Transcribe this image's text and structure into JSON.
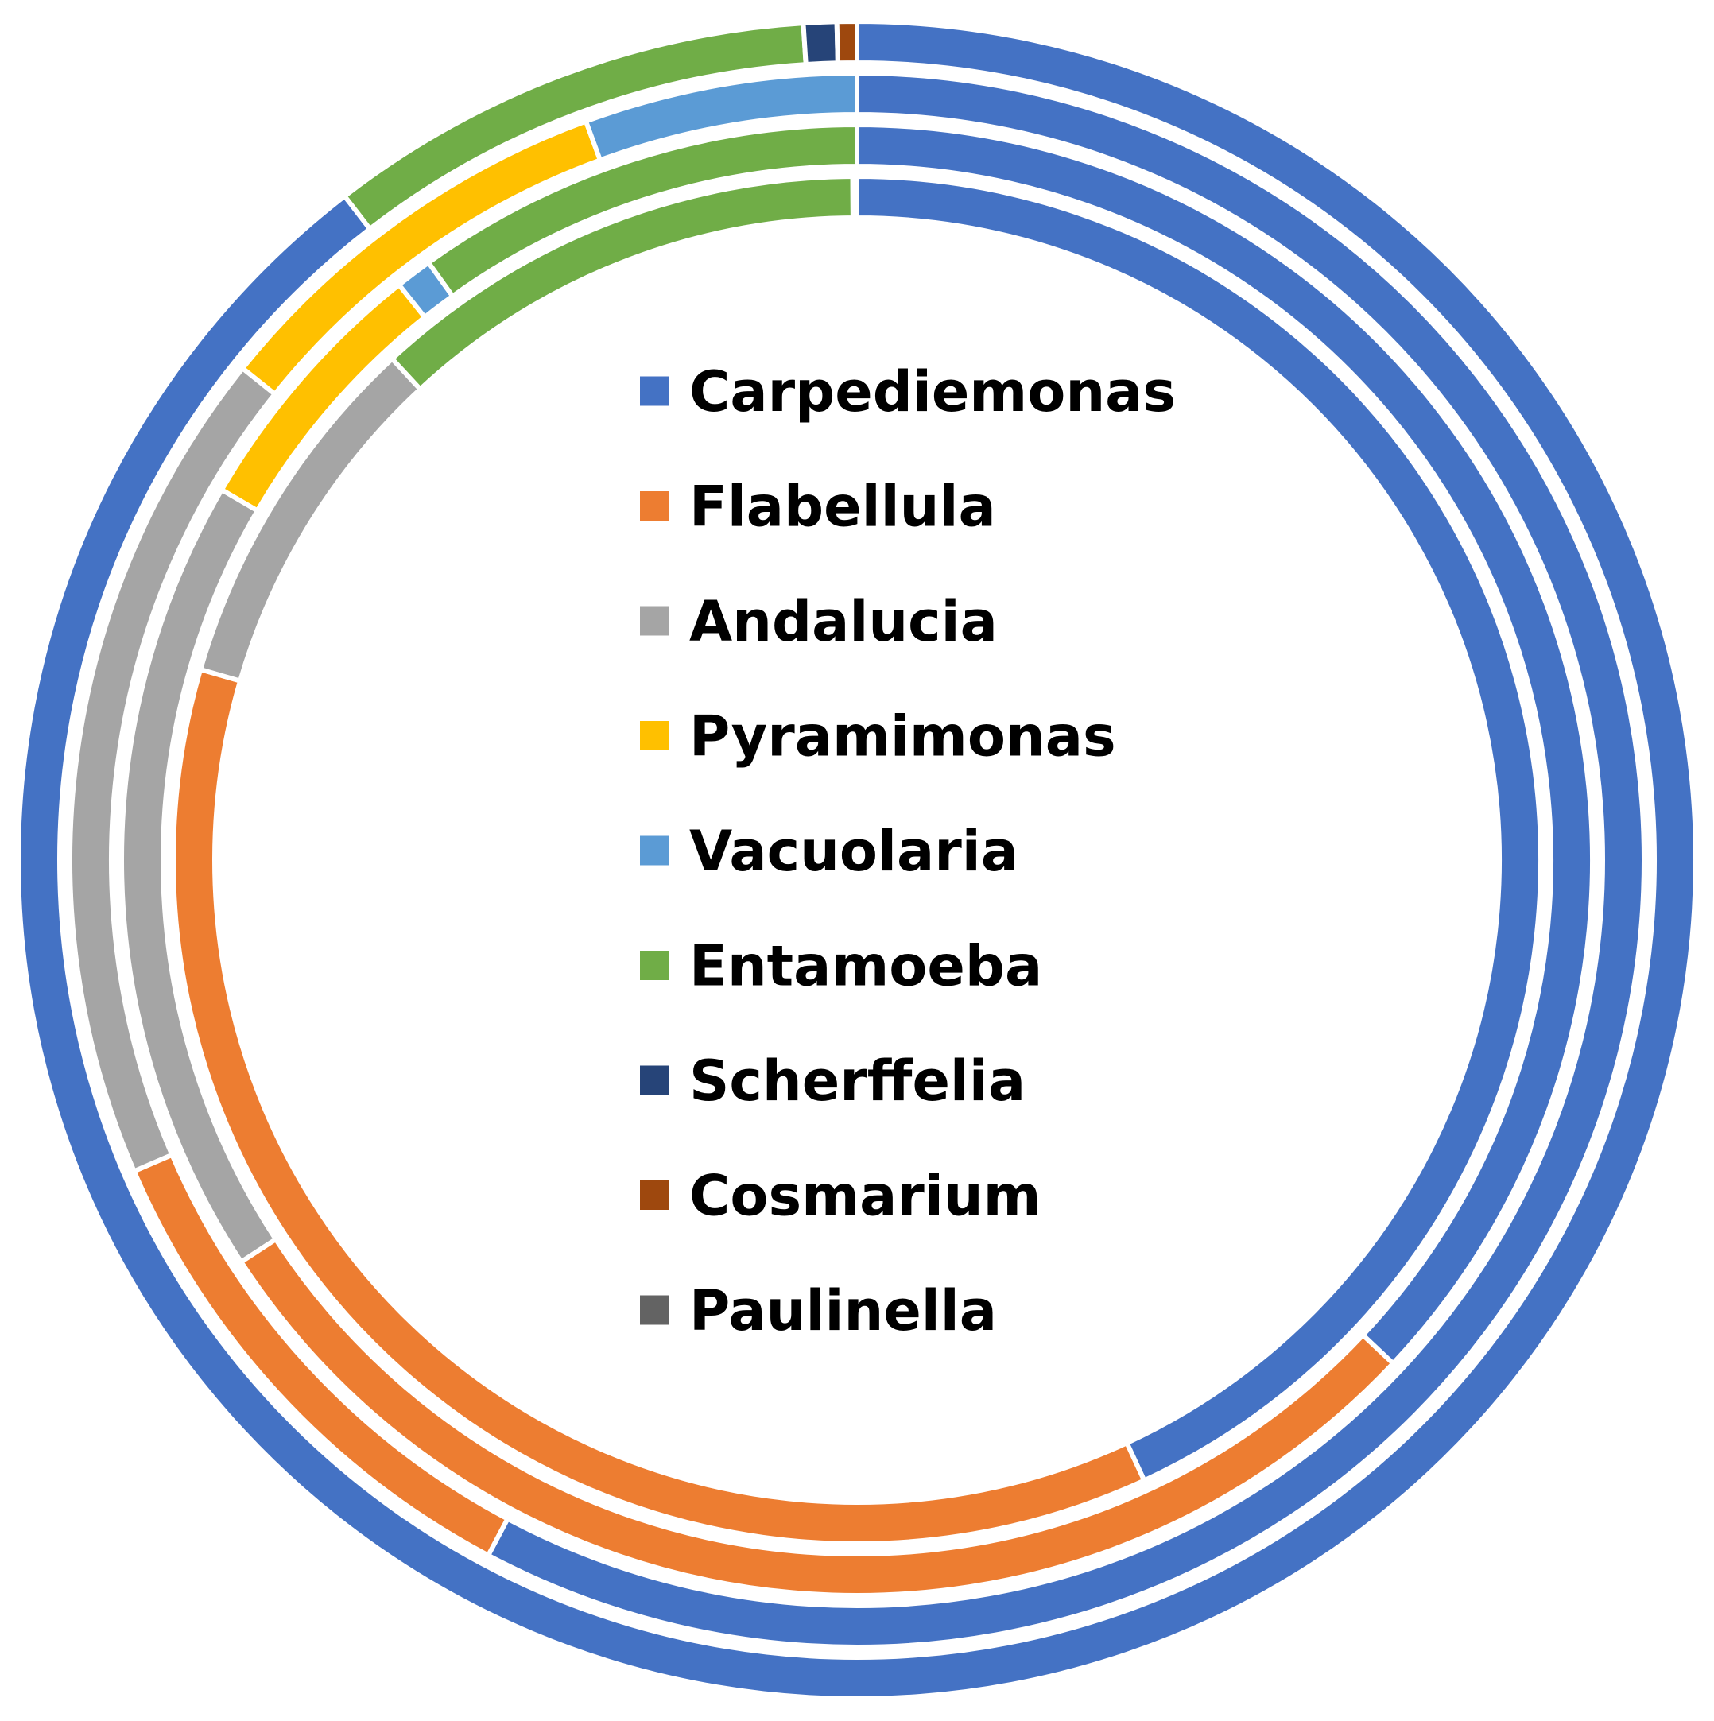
{
  "chart_data": {
    "type": "doughnut",
    "legend": {
      "placement": "center",
      "entries": [
        {
          "name": "Carpediemonas",
          "color": "#4472C4"
        },
        {
          "name": "Flabellula",
          "color": "#ED7D31"
        },
        {
          "name": "Andalucia",
          "color": "#A5A5A5"
        },
        {
          "name": "Pyramimonas",
          "color": "#FFC000"
        },
        {
          "name": "Vacuolaria",
          "color": "#5B9BD5"
        },
        {
          "name": "Entamoeba",
          "color": "#70AD47"
        },
        {
          "name": "Scherffelia",
          "color": "#264478"
        },
        {
          "name": "Cosmarium",
          "color": "#9E480E"
        },
        {
          "name": "Paulinella",
          "color": "#636363"
        }
      ]
    },
    "categories": [
      "Carpediemonas",
      "Flabellula",
      "Andalucia",
      "Pyramimonas",
      "Vacuolaria",
      "Entamoeba",
      "Scherffelia",
      "Cosmarium",
      "Paulinella"
    ],
    "series": [
      {
        "values": [
          70.2,
          0,
          0,
          0,
          0,
          7.4,
          0.5,
          0.3,
          0
        ]
      },
      {
        "values": [
          54.7,
          10.2,
          16.3,
          8.2,
          5.3,
          0,
          0,
          0,
          0
        ]
      },
      {
        "values": [
          37.0,
          28.8,
          17.6,
          5.9,
          0.8,
          9.9,
          0,
          0,
          0
        ]
      },
      {
        "values": [
          43.1,
          36.4,
          8.6,
          0,
          0,
          11.8,
          0.1,
          0,
          0
        ]
      }
    ]
  }
}
